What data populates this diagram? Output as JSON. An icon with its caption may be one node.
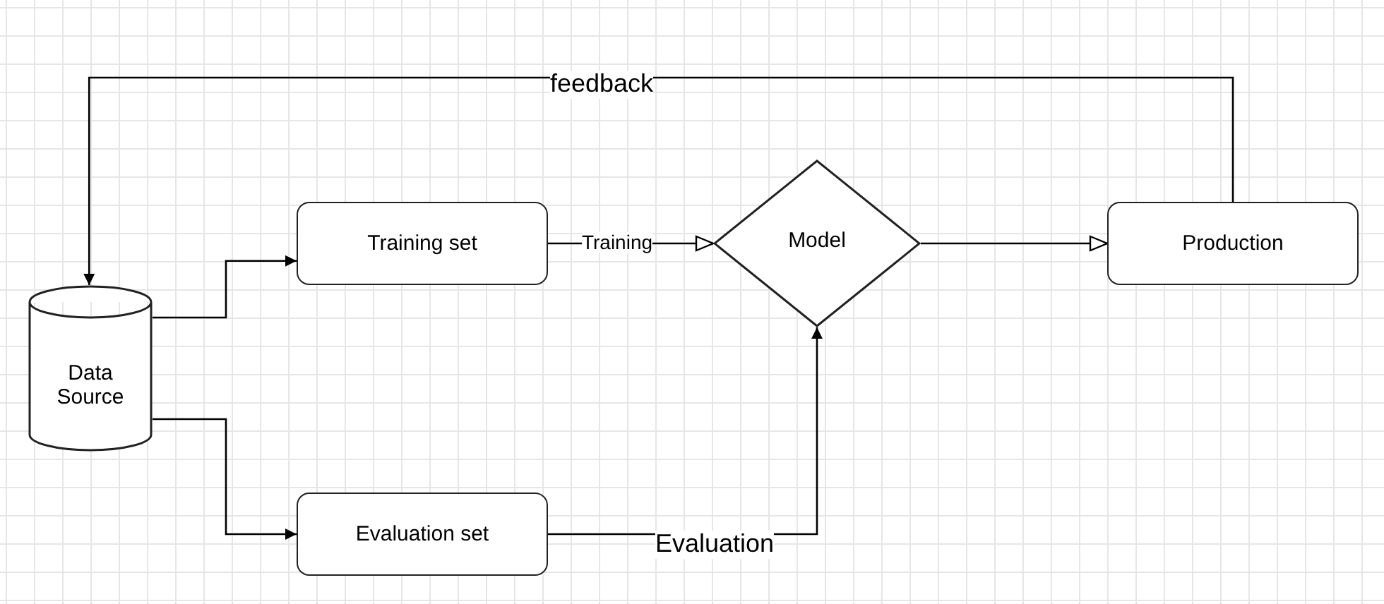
{
  "diagram": {
    "nodes": [
      {
        "text": [
          "Data Source"
        ]
      },
      {
        "text": [
          "Training set"
        ]
      },
      {
        "text": [
          "Evaluation set"
        ]
      },
      {
        "text": [
          "Model"
        ]
      },
      {
        "text": [
          "Production"
        ]
      }
    ],
    "edges": [
      {
        "from": 0,
        "to": 1,
        "arrow": "to"
      },
      {
        "from": 0,
        "to": 2,
        "arrow": "to"
      },
      {
        "from": 1,
        "to": 3,
        "arrow": "to",
        "label": "Training"
      },
      {
        "from": 2,
        "to": 3,
        "arrow": "to",
        "label": "Evaluation"
      },
      {
        "from": 3,
        "to": 4,
        "arrow": "to"
      },
      {
        "from": 4,
        "to": 0,
        "arrow": "to",
        "label": "feedback"
      }
    ]
  }
}
